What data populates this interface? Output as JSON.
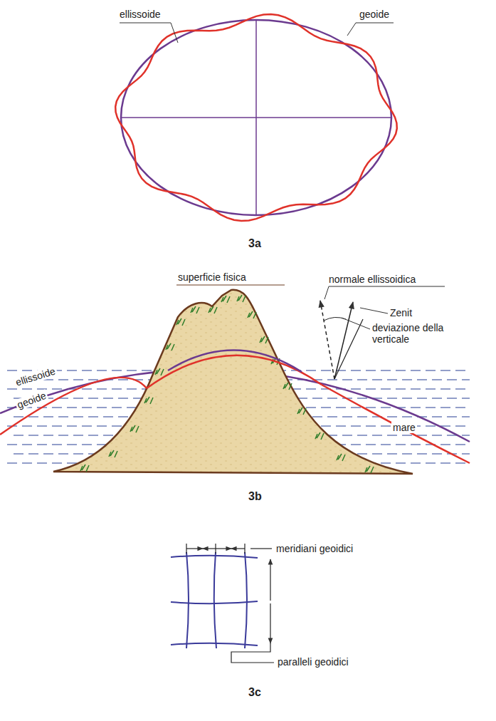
{
  "diagram": {
    "labels": [
      "ellissoide",
      "geoide",
      "3a",
      "superficie fisica",
      "normale ellissoidica",
      "Zenit",
      "deviazione della verticale",
      "ellissoide",
      "geoide",
      "mare",
      "3b",
      "meridiani geoidici",
      "paralleli geoidici",
      "3c"
    ]
  }
}
